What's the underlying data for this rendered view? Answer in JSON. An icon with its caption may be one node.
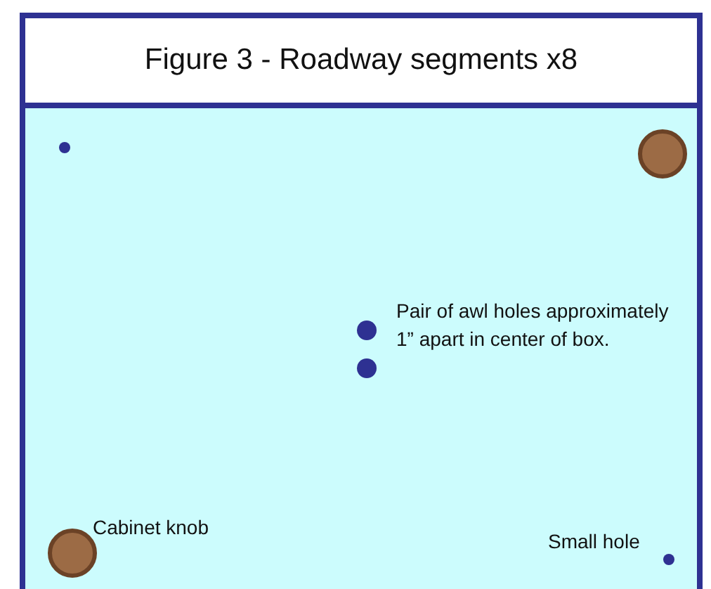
{
  "diagram": {
    "title": "Figure 3 - Roadway segments x8",
    "labels": [
      "Pair of awl holes approximately 1” apart in center of box.",
      "Cabinet knob",
      "Small hole"
    ]
  }
}
